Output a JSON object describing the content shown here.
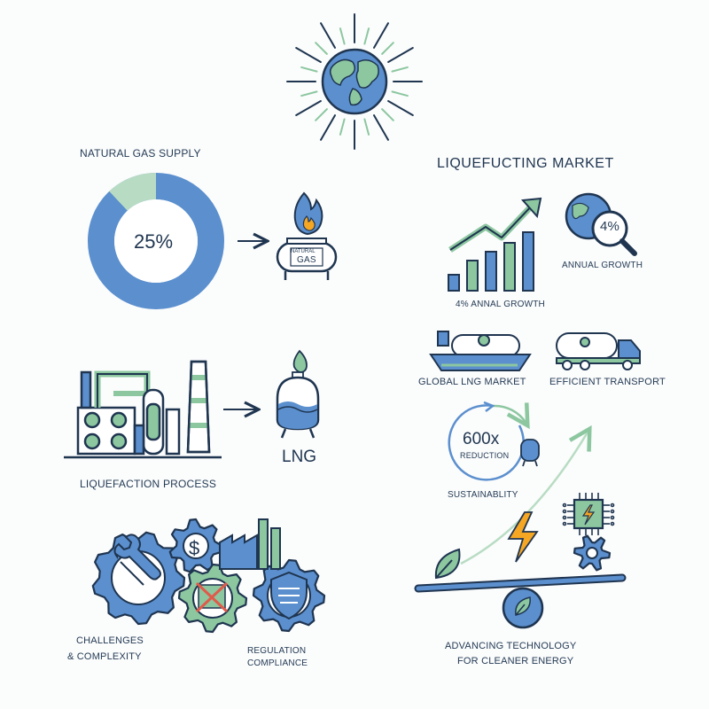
{
  "supply": {
    "title": "NATURAL GAS SUPPLY",
    "percent_label": "25%",
    "share_fraction": 0.12,
    "tank_label_1": "NATURAL",
    "tank_label_2": "GAS"
  },
  "process": {
    "title": "LIQUEFACTION PROCESS",
    "lng_label": "LNG"
  },
  "challenges": {
    "label_1": "CHALLENGES",
    "label_2": "& COMPLEXITY",
    "regulation_1": "REGULATION",
    "regulation_2": "COMPLIANCE",
    "dollar_symbol": "$"
  },
  "market": {
    "title": "LIQUEFUCTING MARKET",
    "growth_badge": "4%",
    "annual_growth_label": "ANNUAL GROWTH",
    "chart_caption": "4% ANNAL GROWTH",
    "global_lng_label": "GLOBAL LNG MARKET",
    "transport_label": "EFFICIENT TRANSPORT"
  },
  "sustainability": {
    "reduction_value": "600x",
    "reduction_label": "REDUCTION",
    "label": "SUSTAINABLITY"
  },
  "technology": {
    "label_1": "ADVANCING TECHNOLOGY",
    "label_2": "FOR CLEANER ENERGY"
  },
  "colors": {
    "blue": "#5b8fce",
    "navy": "#1f3550",
    "green": "#8cc7a0",
    "light_green": "#b8dcc3",
    "orange": "#f5a623"
  }
}
